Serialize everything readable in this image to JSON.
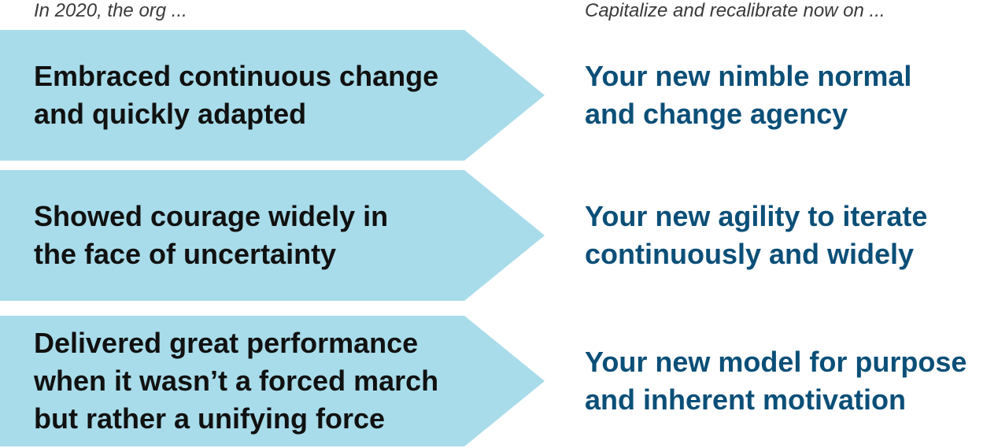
{
  "headers": {
    "left": "In 2020, the org ...",
    "right": "Capitalize and recalibrate now on ..."
  },
  "rows": [
    {
      "before": "Embraced continuous change\nand quickly adapted",
      "after": "Your new nimble normal\nand change agency"
    },
    {
      "before": "Showed courage widely in\nthe face of uncertainty",
      "after": "Your new agility to iterate\ncontinuously and widely"
    },
    {
      "before": "Delivered great performance\nwhen it wasn’t a forced march\nbut rather a unifying force",
      "after": "Your new model for purpose\nand inherent motivation"
    }
  ],
  "colors": {
    "arrow_fill": "#a8dcea",
    "arrow_text": "#111111",
    "outcome_text": "#0b4f78",
    "header_text": "#3a3a3a"
  }
}
